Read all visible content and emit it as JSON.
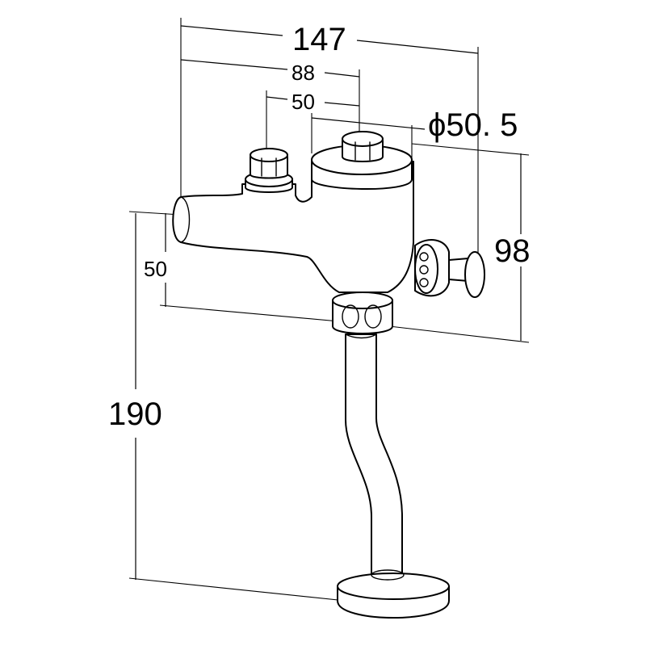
{
  "dimensions": {
    "width_overall": "147",
    "width_inlet_to_center": "88",
    "width_inlet_spacing": "50",
    "body_diameter": "ϕ50. 5",
    "height_body": "98",
    "height_inlet_offset": "50",
    "height_overall": "190"
  },
  "colors": {
    "line": "#000000",
    "fill": "#ffffff",
    "background": "#ffffff"
  }
}
